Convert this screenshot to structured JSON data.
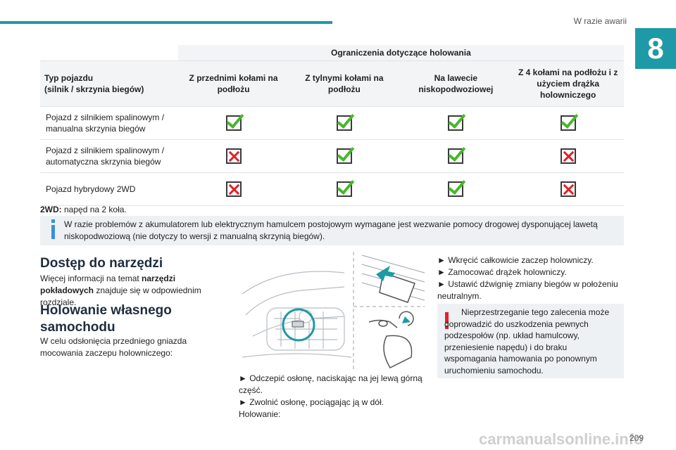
{
  "header": {
    "section_title": "W razie awarii",
    "chapter_number": "8"
  },
  "table": {
    "group_header": "Ograniczenia dotyczące holowania",
    "columns": [
      "Typ pojazdu\n(silnik / skrzynia biegów)",
      "Z przednimi kołami na podłożu",
      "Z tylnymi kołami na podłożu",
      "Na lawecie niskopodwoziowej",
      "Z 4 kołami na podłożu i z użyciem drążka holowniczego"
    ],
    "rows": [
      {
        "vehicle": "Pojazd z silnikiem spalinowym / manualna skrzynia biegów",
        "marks": [
          "ok",
          "ok",
          "ok",
          "ok"
        ]
      },
      {
        "vehicle": "Pojazd z silnikiem spalinowym / automatyczna skrzynia biegów",
        "marks": [
          "no",
          "ok",
          "ok",
          "no"
        ]
      },
      {
        "vehicle": "Pojazd hybrydowy 2WD",
        "marks": [
          "no",
          "ok",
          "ok",
          "no"
        ]
      }
    ],
    "icons": {
      "ok": "green-check-icon",
      "no": "red-cross-icon"
    }
  },
  "note_2wd": {
    "term": "2WD:",
    "text": " napęd na 2 koła."
  },
  "info": {
    "icon": "info-icon",
    "text": "W razie problemów z akumulatorem lub elektrycznym hamulcem postojowym wymagane jest wezwanie pomocy drogowej dysponującej lawetą niskopodwoziową (nie dotyczy to wersji z manualną skrzynią biegów)."
  },
  "tools": {
    "heading": "Dostęp do narzędzi",
    "text_before": "Więcej informacji na temat ",
    "text_bold": "narzędzi pokładowych",
    "text_after": " znajduje się w odpowiednim rozdziale."
  },
  "towing": {
    "heading_line1": "Holowanie własnego",
    "heading_line2": "samochodu",
    "text": "W celu odsłonięcia przedniego gniazda mocowania zaczepu holowniczego:"
  },
  "steps_middle": {
    "step1": "► Odczepić osłonę, naciskając na jej lewą górną część.",
    "step2": "► Zwolnić osłonę, pociągając ją w dół.",
    "after": "Holowanie:"
  },
  "steps_right": {
    "step1": "► Wkręcić całkowicie zaczep holowniczy.",
    "step2": "► Zamocować drążek holowniczy.",
    "step3": "► Ustawić dźwignię zmiany biegów w położeniu neutralnym."
  },
  "warning": {
    "icon": "warning-exclamation-icon",
    "text": "Nieprzestrzeganie tego zalecenia może doprowadzić do uszkodzenia pewnych podzespołów (np. układ hamulcowy, przeniesienie napędu) i do braku wspomagania hamowania po ponownym uruchomieniu samochodu."
  },
  "footer": {
    "page_number": "209",
    "watermark": "carmanualsonline.info"
  }
}
